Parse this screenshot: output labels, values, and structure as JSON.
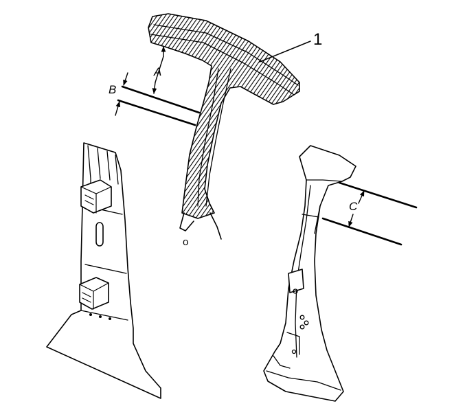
{
  "diagram": {
    "callout": "1",
    "dimensions": {
      "a": "A",
      "b": "B",
      "c": "C"
    },
    "small_mark": "o"
  }
}
